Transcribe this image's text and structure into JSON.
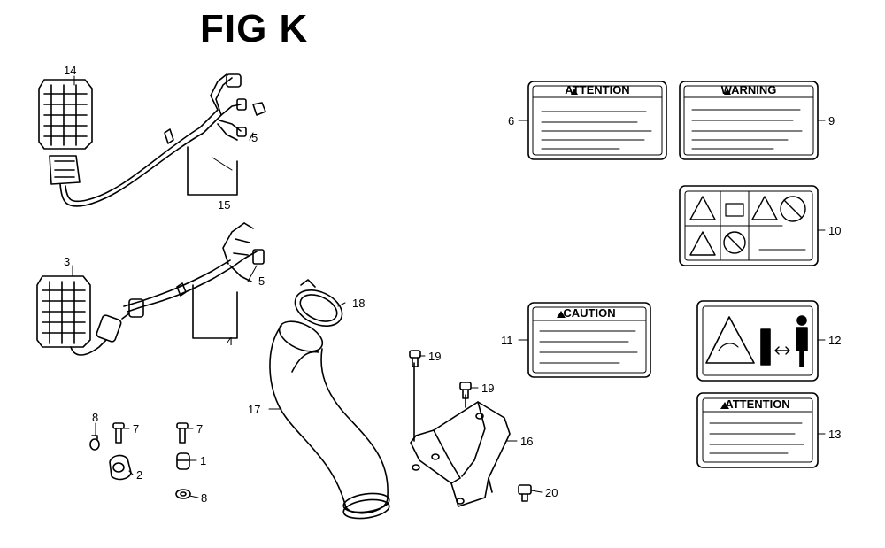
{
  "title": "FIG K",
  "labels": {
    "attention": "ATTENTION",
    "warning": "WARNING",
    "caution": "CAUTION"
  },
  "callouts": {
    "c1": "1",
    "c2": "2",
    "c3": "3",
    "c4": "4",
    "c5a": "5",
    "c5b": "5",
    "c6": "6",
    "c7a": "7",
    "c7b": "7",
    "c8a": "8",
    "c8b": "8",
    "c9": "9",
    "c10": "10",
    "c11": "11",
    "c12": "12",
    "c13": "13",
    "c14": "14",
    "c15": "15",
    "c16": "16",
    "c17": "17",
    "c18": "18",
    "c19a": "19",
    "c19b": "19",
    "c20": "20"
  }
}
